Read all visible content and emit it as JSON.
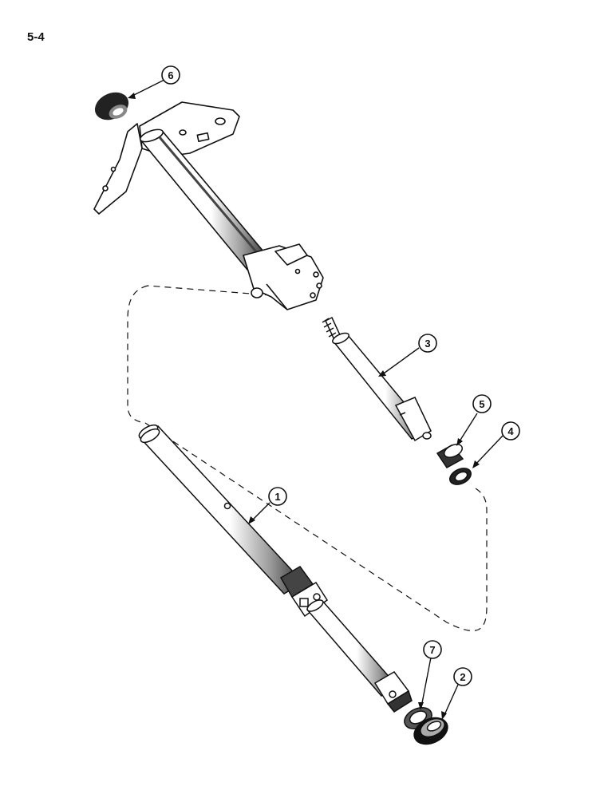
{
  "page": {
    "number": "5-4"
  },
  "callouts": {
    "c1": "1",
    "c2": "2",
    "c3": "3",
    "c4": "4",
    "c5": "5",
    "c6": "6",
    "c7": "7"
  },
  "colors": {
    "ink": "#111111",
    "paper": "#ffffff",
    "shade": "#555555"
  }
}
